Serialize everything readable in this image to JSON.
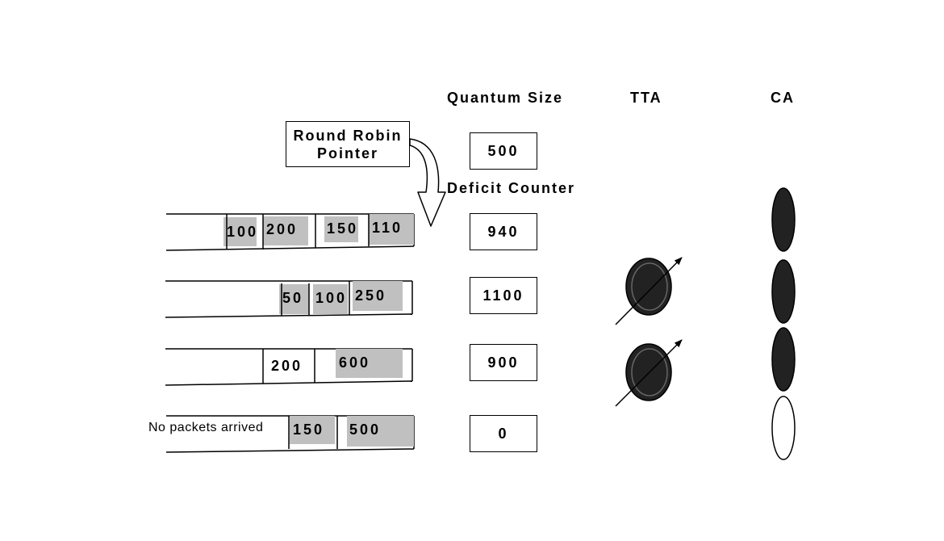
{
  "headers": {
    "quantum": "Quantum Size",
    "tta": "TTA",
    "ca": "CA",
    "deficit": "Deficit Counter"
  },
  "round_robin": {
    "line1": "Round Robin",
    "line2": "Pointer"
  },
  "quantum_value": "500",
  "note": "No packets arrived",
  "queues": [
    {
      "packets": [
        "100",
        "200",
        "150",
        "110"
      ],
      "deficit": "940",
      "tta_active": false,
      "ca_filled": true
    },
    {
      "packets": [
        "50",
        "100",
        "250"
      ],
      "deficit": "1100",
      "tta_active": true,
      "ca_filled": true
    },
    {
      "packets": [
        "200",
        "600"
      ],
      "deficit": "900",
      "tta_active": true,
      "ca_filled": true
    },
    {
      "packets": [
        "150",
        "500"
      ],
      "deficit": "0",
      "tta_active": false,
      "ca_filled": false
    }
  ]
}
